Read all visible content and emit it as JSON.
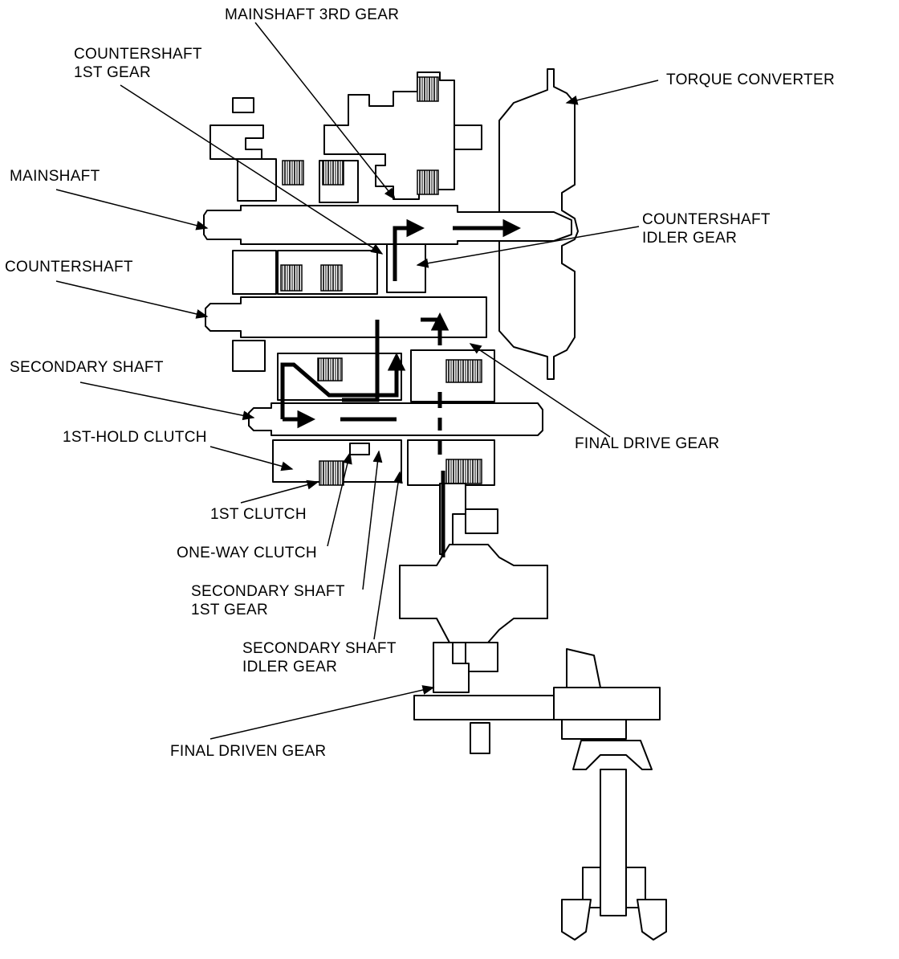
{
  "colors": {
    "ink": "#000000",
    "background": "#ffffff"
  },
  "labels": {
    "mainshaft_3rd_gear": "MAINSHAFT 3RD GEAR",
    "countershaft_1st_gear": "COUNTERSHAFT\n1ST GEAR",
    "torque_converter": "TORQUE CONVERTER",
    "mainshaft": "MAINSHAFT",
    "countershaft_idler_gear": "COUNTERSHAFT\nIDLER GEAR",
    "countershaft": "COUNTERSHAFT",
    "secondary_shaft": "SECONDARY SHAFT",
    "final_drive_gear": "FINAL DRIVE GEAR",
    "first_hold_clutch": "1ST-HOLD CLUTCH",
    "first_clutch": "1ST CLUTCH",
    "one_way_clutch": "ONE-WAY CLUTCH",
    "secondary_shaft_1st_gear": "SECONDARY SHAFT\n1ST GEAR",
    "secondary_shaft_idler_gear": "SECONDARY SHAFT\nIDLER GEAR",
    "final_driven_gear": "FINAL DRIVEN GEAR"
  }
}
